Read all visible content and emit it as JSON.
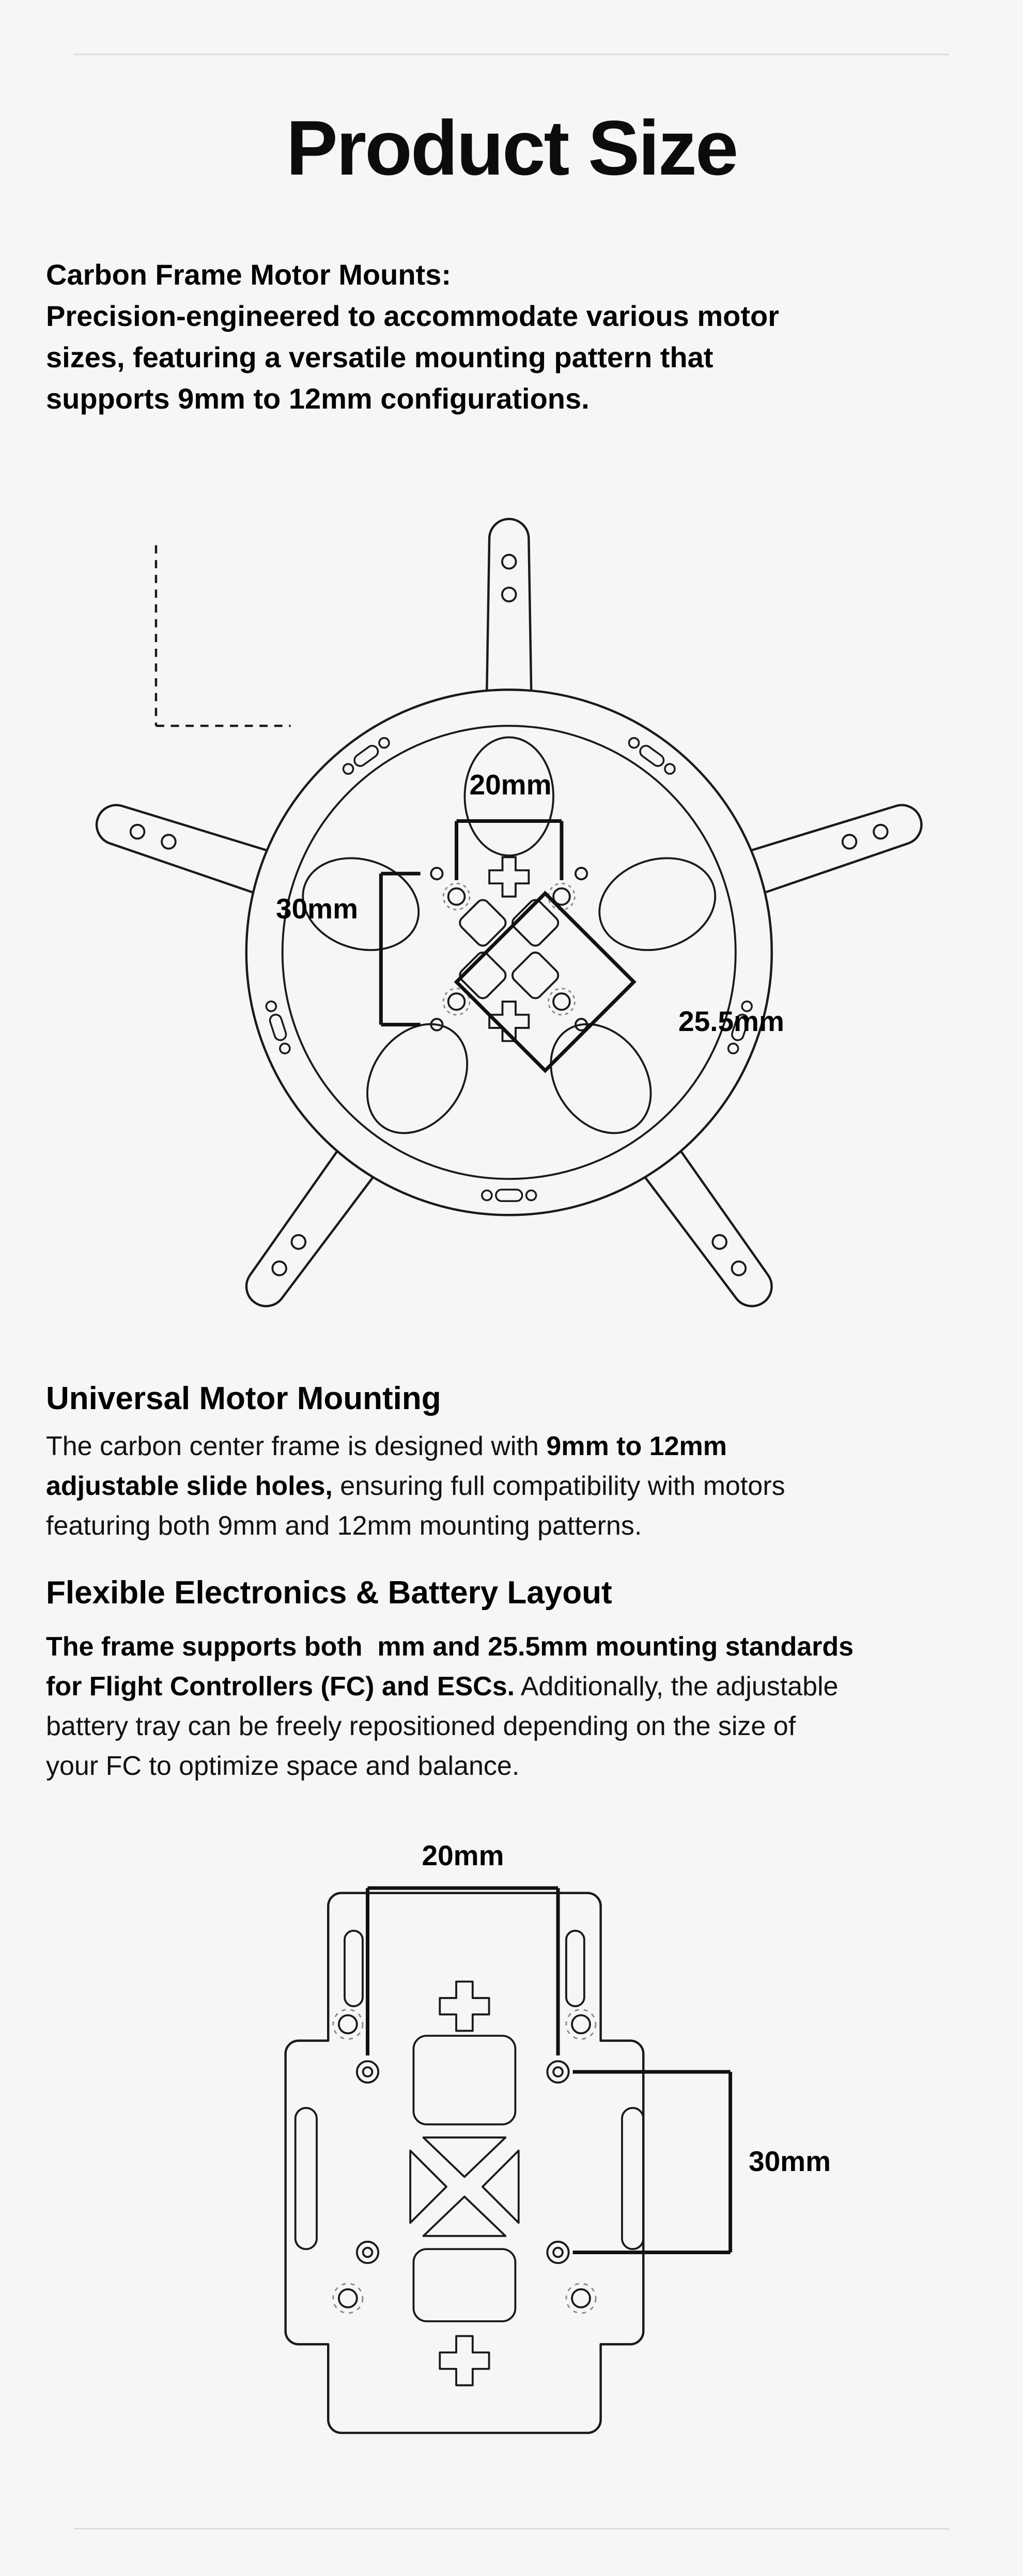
{
  "page": {
    "title": "Product Size"
  },
  "colors": {
    "background": "#f6f6f6",
    "text": "#111111",
    "line": "#1a1a1a"
  },
  "intro": {
    "lines": [
      "Carbon Frame Motor Mounts:",
      "Precision-engineered to accommodate various motor",
      "sizes, featuring a versatile mounting pattern that",
      "supports 9mm to 12mm configurations."
    ]
  },
  "frame_diagram": {
    "dim_top": "20mm",
    "dim_left": "30mm",
    "dim_diag": "25.5mm"
  },
  "universal": {
    "heading": "Universal Motor Mounting",
    "line1_normal": "The carbon center frame is designed with ",
    "line1_bold": "9mm to 12mm",
    "line2_bold": "adjustable slide holes,",
    "line2_normal": " ensuring full compatibility with motors",
    "line3_normal": "featuring both 9mm and 12mm mounting patterns."
  },
  "flexible": {
    "heading": "Flexible Electronics & Battery Layout",
    "line1_bold": "The frame supports both  mm and 25.5mm mounting standards",
    "line2_bold": "for Flight Controllers (FC) and ESCs.",
    "line2_normal": " Additionally, the adjustable",
    "line3_normal": "battery tray can be freely repositioned depending on the size of",
    "line4_normal": "your FC to optimize space and balance."
  },
  "tray_diagram": {
    "dim_top": "20mm",
    "dim_right": "30mm"
  }
}
